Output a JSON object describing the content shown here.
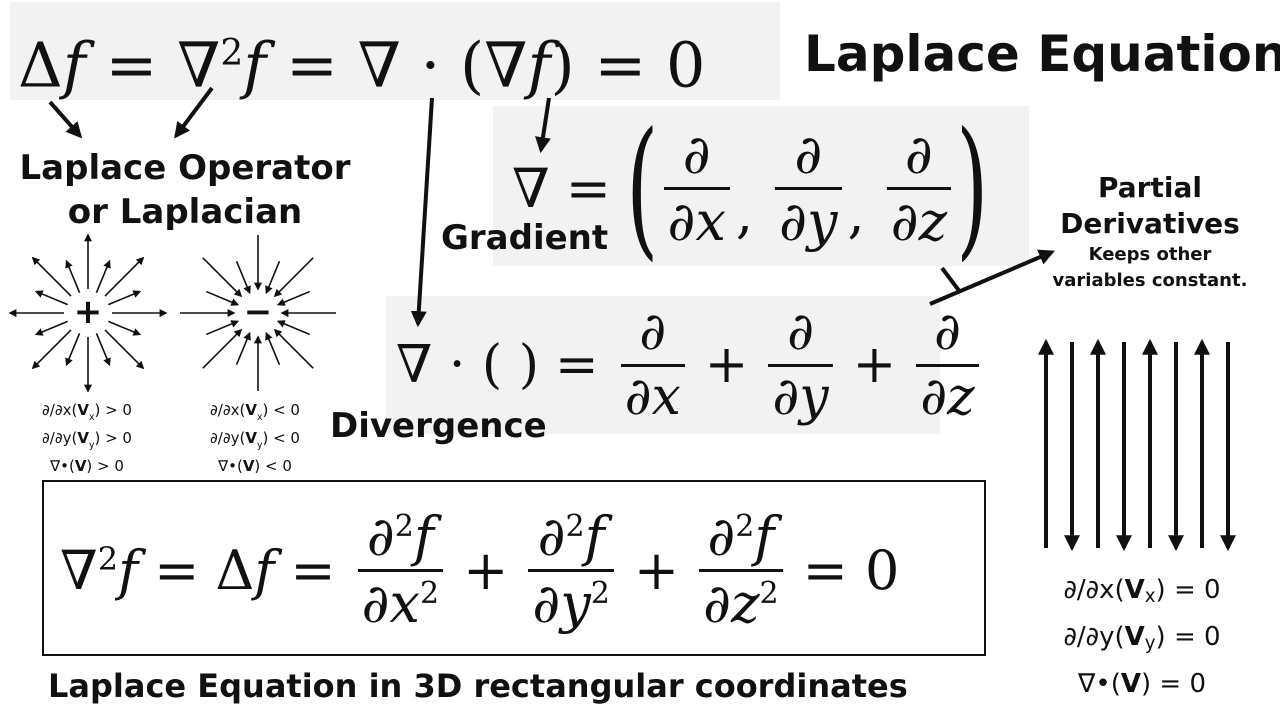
{
  "title": "Laplace Equation",
  "caption": "Laplace Equation in 3D rectangular coordinates",
  "labels": {
    "operator_line1": "Laplace Operator",
    "operator_line2": "or Laplacian",
    "gradient": "Gradient",
    "divergence": "Divergence",
    "partial_line1": "Partial",
    "partial_line2": "Derivatives",
    "partial_note1": "Keeps other",
    "partial_note2": "variables constant."
  },
  "source_symbols": {
    "plus": "+",
    "minus": "−"
  },
  "notes": {
    "source": {
      "dx_prefix": "∂/∂x(",
      "dx_var": "V",
      "dx_sub": "x",
      "dx_suffix": ") > 0",
      "dy_prefix": "∂/∂y(",
      "dy_var": "V",
      "dy_sub": "y",
      "dy_suffix": ") > 0",
      "div_prefix": "∇•(",
      "div_var": "V",
      "div_suffix": ") > 0"
    },
    "sink": {
      "dx_prefix": "∂/∂x(",
      "dx_var": "V",
      "dx_sub": "x",
      "dx_suffix": ") < 0",
      "dy_prefix": "∂/∂y(",
      "dy_var": "V",
      "dy_sub": "y",
      "dy_suffix": ") < 0",
      "div_prefix": "∇•(",
      "div_var": "V",
      "div_suffix": ") < 0"
    },
    "zero": {
      "dx_prefix": "∂/∂x(",
      "dx_var": "V",
      "dx_sub": "x",
      "dx_suffix": ") = 0",
      "dy_prefix": "∂/∂y(",
      "dy_var": "V",
      "dy_sub": "y",
      "dy_suffix": ") = 0",
      "div_prefix": "∇•(",
      "div_var": "V",
      "div_suffix": ") = 0"
    }
  },
  "colors": {
    "ink": "#111111",
    "panel": "#f2f2f2",
    "background": "#ffffff"
  }
}
